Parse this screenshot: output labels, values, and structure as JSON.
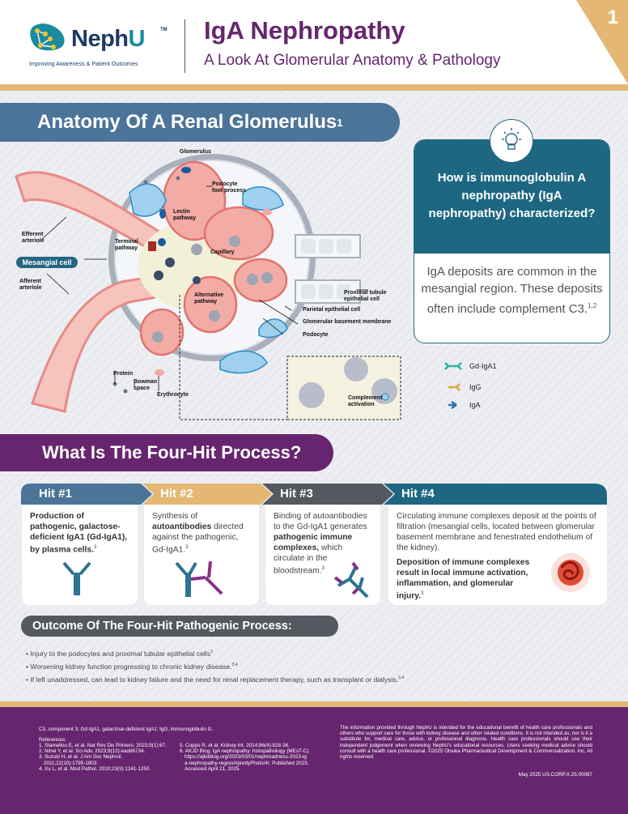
{
  "header": {
    "brand": "Neph",
    "brand_accent": "U",
    "trademark": "TM",
    "tagline": "Improving Awareness & Patient Outcomes",
    "title": "IgA Nephropathy",
    "subtitle": "A Look At Glomerular Anatomy & Pathology",
    "page_number": "1"
  },
  "colors": {
    "purple": "#66256e",
    "gold": "#e4b874",
    "steel_blue": "#4c7499",
    "teal": "#1e6783",
    "dark_gray": "#55595f"
  },
  "anatomy": {
    "banner": "Anatomy Of A Renal Glomerulus",
    "banner_ref": "1",
    "labels": {
      "glomerulus": "Glomerulus",
      "podocyte_foot": [
        "Podocyte",
        "foot process"
      ],
      "lectin": [
        "Lectin",
        "pathway"
      ],
      "efferent": [
        "Efferent",
        "arteriole"
      ],
      "terminal": [
        "Terminal",
        "pathway"
      ],
      "capillary": "Capillary",
      "mesangial": "Mesangial cell",
      "afferent": [
        "Afferent",
        "arteriole"
      ],
      "alternative": [
        "Alternative",
        "pathway"
      ],
      "proximal": [
        "Proximal tubule",
        "epithelial cell"
      ],
      "parietal": "Parietal epithelial cell",
      "gbm": "Glomerular basement membrane",
      "podocyte": "Podocyte",
      "protein": "Protein",
      "bowman": [
        "Bowman",
        "space"
      ],
      "erythrocyte": "Erythrocyte",
      "complement": [
        "Complement",
        "activation"
      ]
    },
    "legend": [
      {
        "icon": "gd-iga1-icon",
        "label": "Gd-IgA1",
        "color": "#2ab3a5"
      },
      {
        "icon": "igg-icon",
        "label": "IgG",
        "color": "#d9a441"
      },
      {
        "icon": "iga-icon",
        "label": "IgA",
        "color": "#2c6fb3"
      }
    ]
  },
  "question_card": {
    "icon": "lightbulb-icon",
    "question": "How is immunoglobulin A nephropathy (IgA nephropathy) characterized?",
    "answer": "IgA deposits are common in the mesangial region. These deposits often include complement C3.",
    "answer_ref": "1,2"
  },
  "four_hit": {
    "banner": "What Is The Four-Hit Process?",
    "hits": [
      {
        "label": "Hit #1",
        "color": "#4c7499",
        "text_bold": "Production of pathogenic, galactose-deficient IgA1 (Gd-IgA1), by plasma cells.",
        "ref": "3"
      },
      {
        "label": "Hit #2",
        "color": "#e4b874",
        "text_pre": "Synthesis of ",
        "text_bold": "autoantibodies",
        "text_post": " directed against the pathogenic, Gd-IgA1.",
        "ref": "3"
      },
      {
        "label": "Hit #3",
        "color": "#55595f",
        "text_pre": "Binding of autoantibodies to the Gd-IgA1 generates ",
        "text_bold": "pathogenic immune complexes,",
        "text_post": " which circulate in the bloodstream.",
        "ref": "3"
      },
      {
        "label": "Hit #4",
        "color": "#1e6783",
        "text_pre": "Circulating immune complexes deposit at the points of filtration (mesangial cells, located between glomerular basement membrane and fenestrated endothelium of the kidney).",
        "text_bold": "Deposition of immune complexes result in local immune activation, inflammation, and glomerular injury.",
        "ref": "3"
      }
    ]
  },
  "outcome": {
    "banner": "Outcome Of The Four-Hit Pathogenic Process:",
    "items": [
      {
        "text": "Injury to the podocytes and proximal tubular epithelial cells",
        "ref": "3"
      },
      {
        "text": "Worsening kidney function progressing to chronic kidney disease.",
        "ref": "3,4"
      },
      {
        "text": "If left unaddressed, can lead to kidney failure and the need for renal replacement therapy, such as transplant or dialysis.",
        "ref": "3,4"
      }
    ]
  },
  "footer": {
    "abbreviations": "C3, component 3; Gd-IgA1, galactose-deficient IgA1; IgG, immunoglobulin G.",
    "references_title": "References:",
    "references_left": [
      "1. Stamellou E, et al. Nat Rev Dis Primers. 2023;9(1):67.",
      "2. Nihei Y, et al. Sci Adv. 2023;9(12):eadd6734.",
      "3. Suzuki H, et al. J Am Soc Nephrol.",
      "   2011;22(10):1795-1803.",
      "4. Xu L, et al. Mod Pathol. 2010;23(9):1241-1250."
    ],
    "references_right": [
      "5. Coppo R, et al. Kidney Int. 2014;86(4):828-36.",
      "6. AKJD Blog. IgA nephropathy: histopathology (MEsT-C).",
      "   https://ajkdblog.org/2023/03/01/nephmadness-2023-ig",
      "   a-nephropathy-region/#prettyPhoto/4/. Published 2023.",
      "   Accessed April 21, 2025."
    ],
    "disclaimer": "The information provided through NephU is intended for the educational benefit of health care professionals and others who support care for those with kidney disease and other related conditions. It is not intended as, nor is it a substitute for, medical care, advice, or professional diagnosis. Health care professionals should use their independent judgement when reviewing NephU's educational resources. Users seeking medical advice should consult with a health care professional. ©2025 Otsuka Pharmaceutical Development & Commercialization, Inc. All rights reserved.",
    "code": "May 2025 US.CORP.X.25.00087"
  }
}
